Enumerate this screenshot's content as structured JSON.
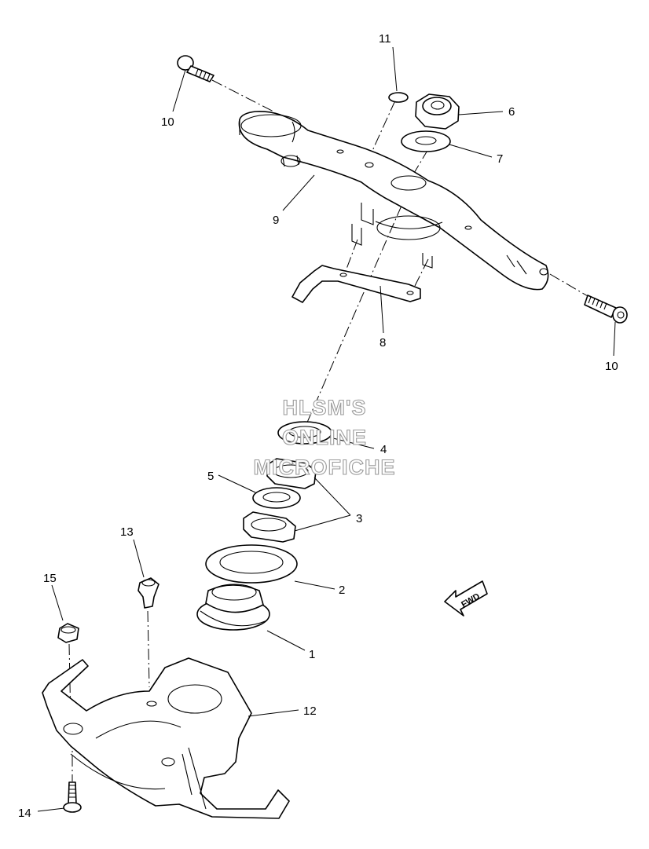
{
  "watermark": {
    "line1": "HLSM'S",
    "line2": "ONLINE",
    "line3": "MICROFICHE"
  },
  "fwd_label": "FWD",
  "callouts": {
    "c1": "1",
    "c2": "2",
    "c3": "3",
    "c4": "4",
    "c5": "5",
    "c6": "6",
    "c7": "7",
    "c8": "8",
    "c9": "9",
    "c10a": "10",
    "c10b": "10",
    "c11": "11",
    "c12": "12",
    "c13": "13",
    "c14": "14",
    "c15": "15"
  }
}
